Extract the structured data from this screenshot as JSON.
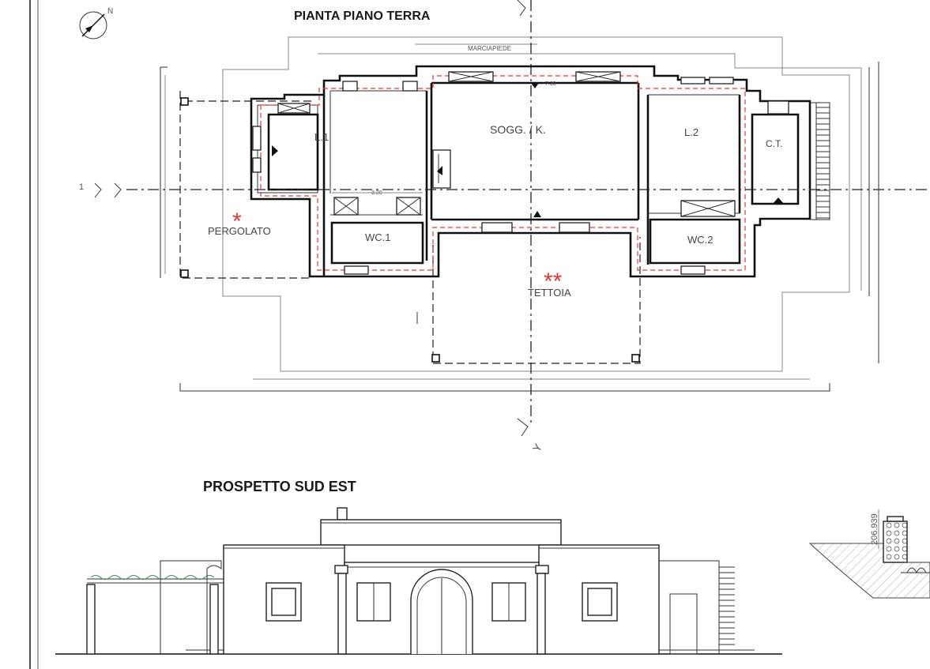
{
  "titles": {
    "plan": "PIANTA PIANO TERRA",
    "elevation": "PROSPETTO SUD EST"
  },
  "rooms": {
    "l1": "L.1",
    "soggiorno": "SOGG. / K.",
    "l2": "L.2",
    "ct": "C.T.",
    "wc1": "WC.1",
    "wc2": "WC.2",
    "pergolato": "PERGOLATO",
    "tettoia": "TETTOIA",
    "marciapiede": "MARCIAPIEDE"
  },
  "dimensions": {
    "d1": "7.30",
    "d2": "3.20"
  },
  "markers": {
    "pergolato_star": "*",
    "tettoia_stars": "**",
    "north": "N",
    "section_1": "1",
    "section_y": "Y"
  },
  "section_detail": {
    "elevation_value": "206.939"
  },
  "colors": {
    "ink": "#111111",
    "annotation_red": "#e53935",
    "paper": "#ffffff"
  }
}
